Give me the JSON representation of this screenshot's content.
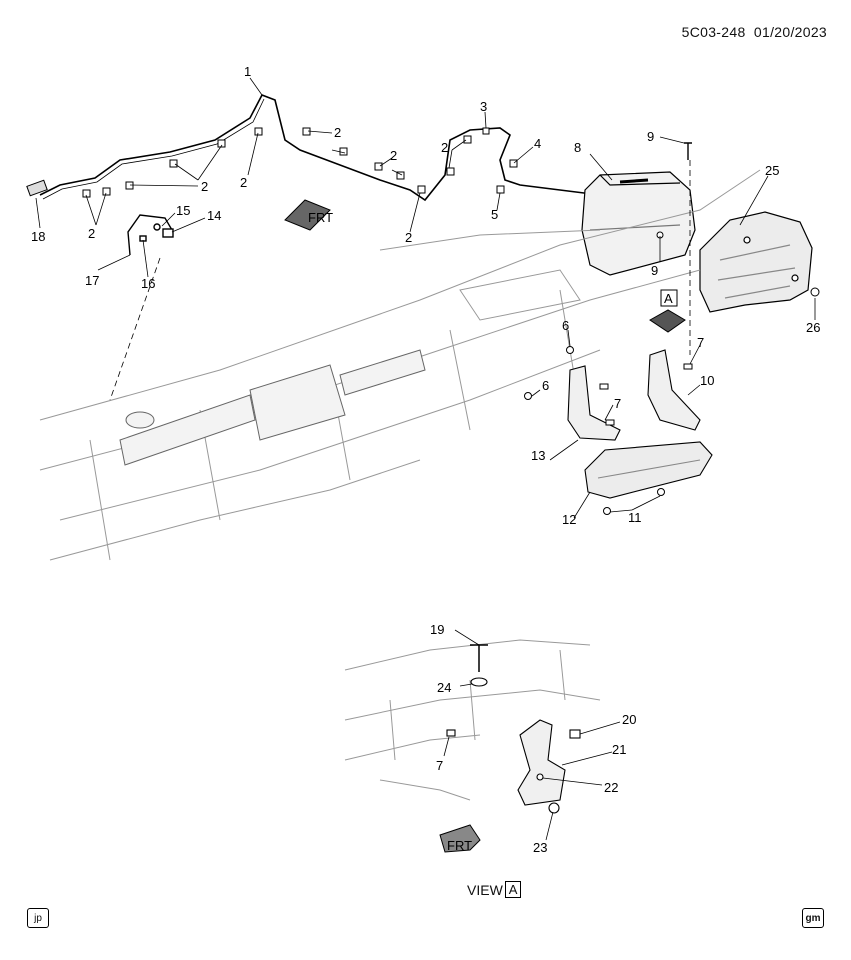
{
  "header": {
    "doc_id": "5C03-248",
    "date": "01/20/2023"
  },
  "arrows": {
    "front_label": "FRT",
    "view_ref": "A"
  },
  "callouts": {
    "c1": "1",
    "c2": "2",
    "c3": "3",
    "c4": "4",
    "c5": "5",
    "c6": "6",
    "c7": "7",
    "c8": "8",
    "c9": "9",
    "c10": "10",
    "c11": "11",
    "c12": "12",
    "c13": "13",
    "c14": "14",
    "c15": "15",
    "c16": "16",
    "c17": "17",
    "c18": "18",
    "c19": "19",
    "c20": "20",
    "c21": "21",
    "c22": "22",
    "c23": "23",
    "c24": "24",
    "c25": "25",
    "c26": "26"
  },
  "view": {
    "label": "VIEW",
    "ref": "A"
  },
  "footer": {
    "left_badge": "jp",
    "right_badge": "gm"
  },
  "colors": {
    "line": "#000000",
    "part_fill": "#e8e8e8",
    "frame_line": "#999999"
  }
}
